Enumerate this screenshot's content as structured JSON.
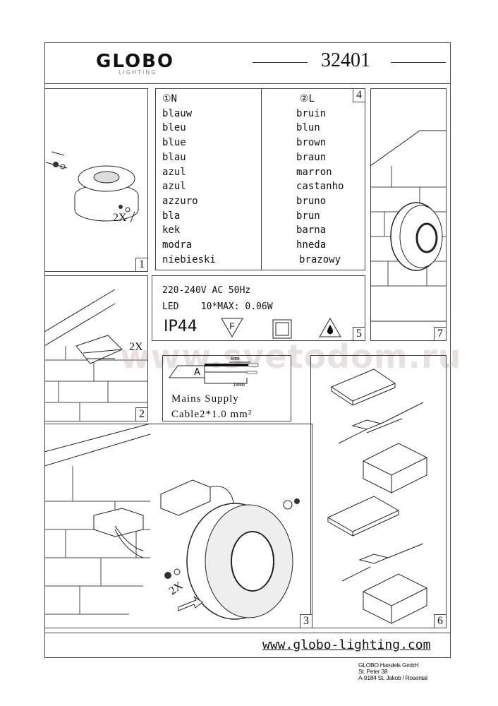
{
  "header": {
    "brand": "GLOBO",
    "brand_sub": "LIGHTING",
    "model_number": "32401"
  },
  "wiring_table": {
    "col_n": {
      "header": "①N",
      "items": [
        "blauw",
        "bleu",
        "blue",
        "blau",
        "azul",
        "azul",
        "azzuro",
        "bla",
        "kek",
        "modra",
        "niebieski"
      ]
    },
    "col_l": {
      "header": "②L",
      "items": [
        "bruin",
        "blun",
        "brown",
        "braun",
        "marron",
        "castanho",
        "bruno",
        "brun",
        "barna",
        "hneda",
        "brazowy"
      ]
    }
  },
  "specs": {
    "voltage": "220-240V AC 50Hz",
    "led": "LED    10*MAX: 0.06W",
    "ip": "IP44",
    "f_mark": "F"
  },
  "cable": {
    "label_a": "A",
    "dim_6": "6mm",
    "dim_10": "10mm",
    "line1": "Mains Supply",
    "line2": "Cable2*1.0 mm²"
  },
  "panels": {
    "p1": "1",
    "p2": "2",
    "p3": "3",
    "p4": "4",
    "p5": "5",
    "p6": "6",
    "p7": "7"
  },
  "callouts": {
    "qty1": "2X",
    "qty2": "2X",
    "qty3": "2X"
  },
  "watermark": "www.svetodom.ru",
  "footer": {
    "url": "www.globo-lighting.com",
    "company": "GLOBO Handels GmbH",
    "street": "St. Peter 38",
    "city": "A-9184 St. Jakob / Rosental"
  }
}
